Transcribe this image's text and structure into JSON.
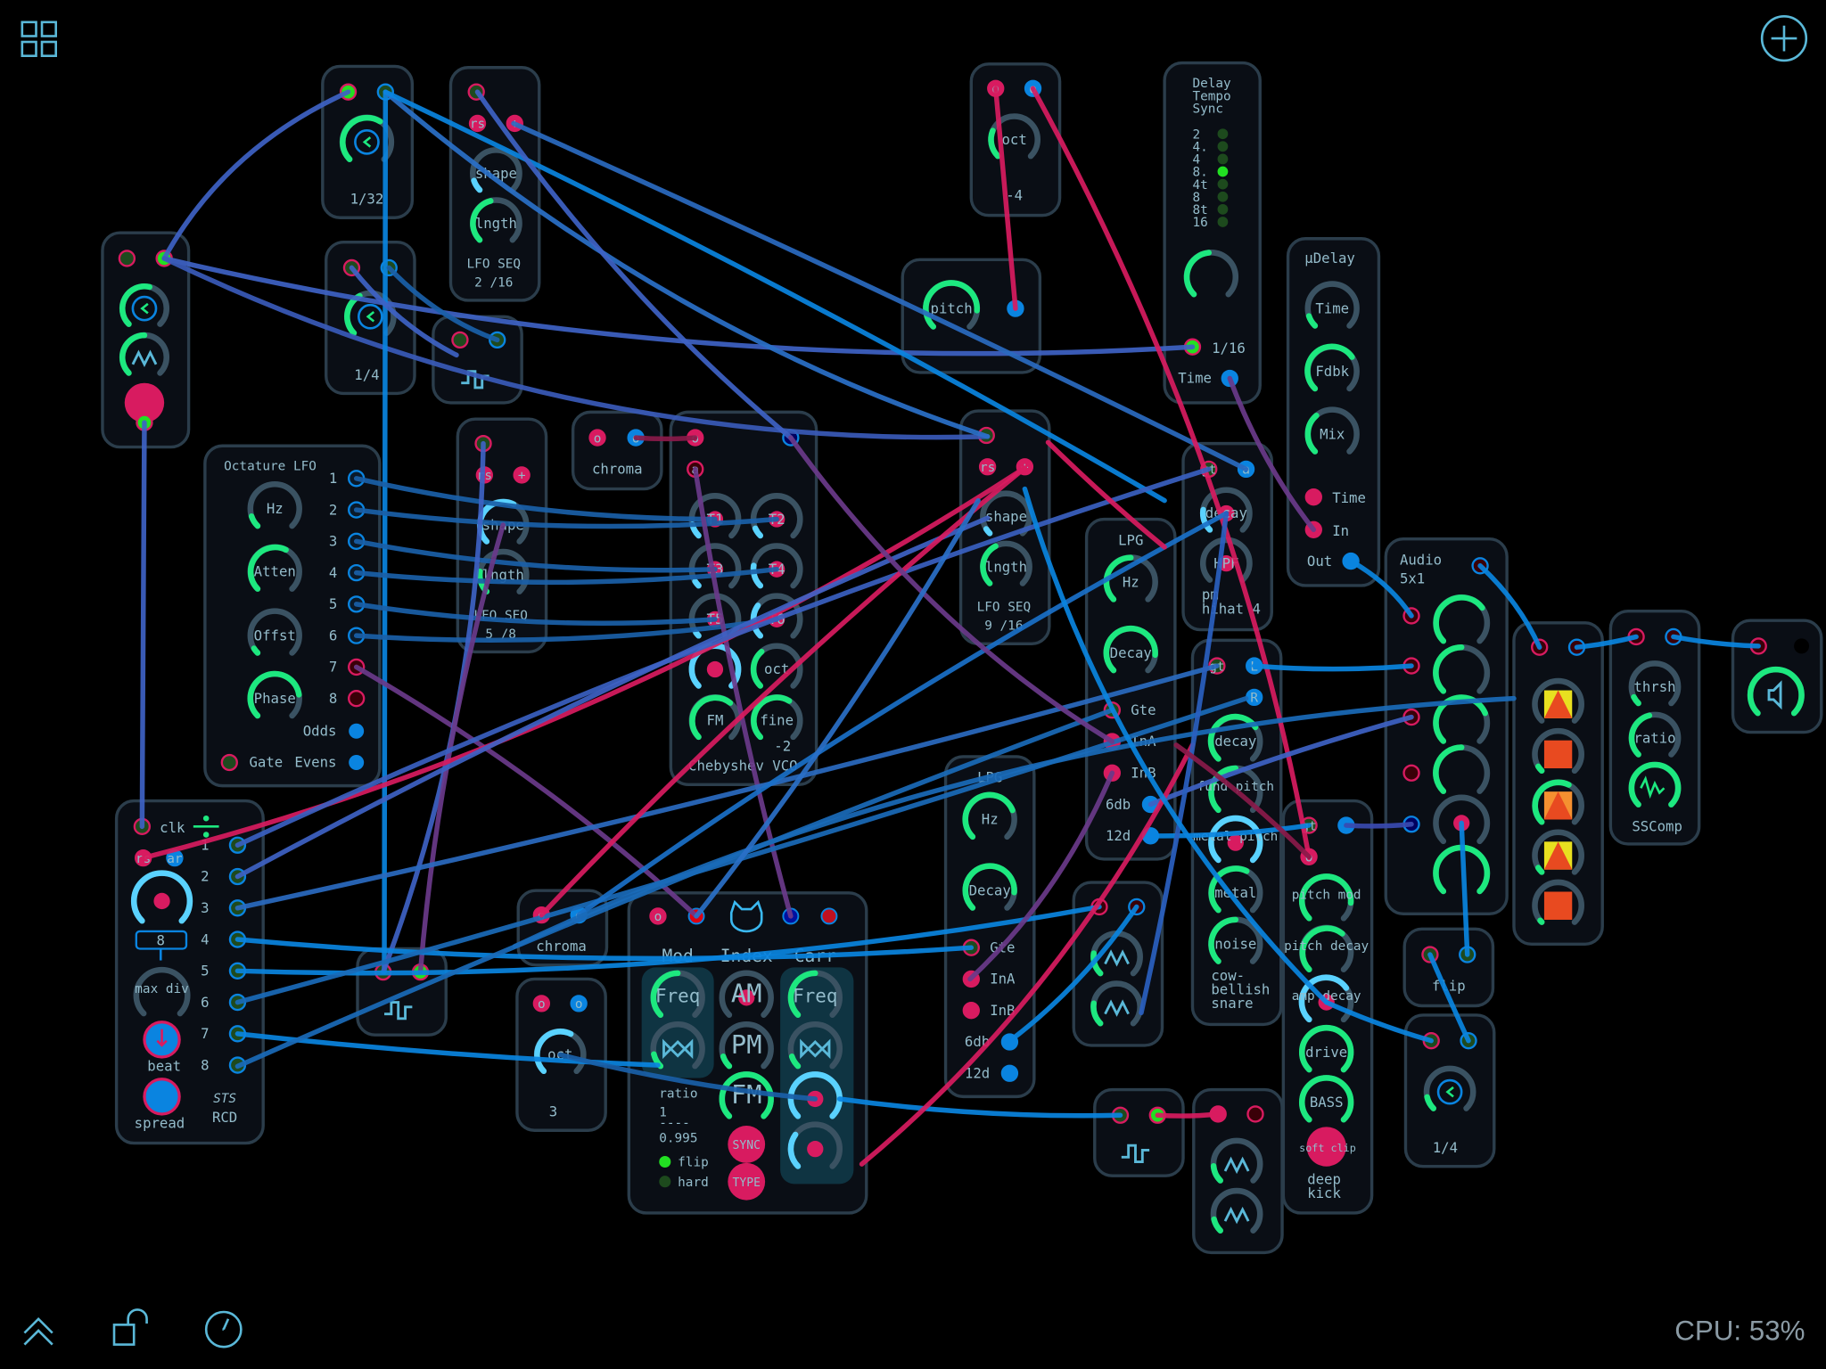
{
  "toolbar": {
    "grid_icon": "grid-icon",
    "add_icon": "plus-circle-icon",
    "collapse_icon": "chevrons-up-icon",
    "lock_icon": "unlock-icon",
    "clock_icon": "clock-icon",
    "cpu": "CPU: 53%"
  },
  "colors": {
    "green": "#1de87f",
    "cyan": "#5ad2ff",
    "track": "#3a5262",
    "pink": "#d81b60",
    "blue": "#0a84e0",
    "bg": "#000000"
  },
  "modules": {
    "clock_main": {
      "knobs": [
        {
          "label": "",
          "value": 0.55
        },
        {
          "label": "",
          "value": 0.5
        }
      ],
      "ports": [
        "",
        "",
        ""
      ],
      "button": ""
    },
    "div_1_32": {
      "value_label": "1/32",
      "knobs": [
        {
          "label": "",
          "value": 0.62
        }
      ],
      "ports": [
        "",
        ""
      ]
    },
    "div_1_4a": {
      "value_label": "1/4",
      "knobs": [
        {
          "label": "",
          "value": 0.4
        }
      ],
      "ports": [
        "",
        ""
      ]
    },
    "lfoseq_1": {
      "title": "LFO SEQ",
      "steps": "2  /16",
      "knobs": [
        {
          "label": "shape",
          "value": 0.1
        },
        {
          "label": "lngth",
          "value": 0.45
        }
      ],
      "ports": [
        "",
        "rs",
        "+"
      ]
    },
    "gate_1": {
      "ports": [
        "",
        ""
      ]
    },
    "oct_top": {
      "value_label": "-4",
      "knobs": [
        {
          "label": "oct",
          "value": 0.25
        }
      ],
      "ports": [
        "o",
        "o"
      ]
    },
    "pitch": {
      "knobs": [
        {
          "label": "pitch",
          "value": 0.85
        }
      ],
      "ports": [
        ""
      ]
    },
    "delay_sync": {
      "title": [
        "Delay",
        "Tempo",
        "Sync"
      ],
      "divisions": [
        "2",
        "4.",
        "4",
        "8.",
        "4t",
        "8",
        "8t",
        "16"
      ],
      "selected": 3,
      "knobs": [
        {
          "label": "",
          "value": 0.48
        }
      ],
      "sync_value": "1/16",
      "time_label": "Time",
      "ports": [
        "",
        ""
      ]
    },
    "micro_delay": {
      "title": "µDelay",
      "knobs": [
        {
          "label": "Time",
          "value": 0.1
        },
        {
          "label": "Fdbk",
          "value": 0.7
        },
        {
          "label": "Mix",
          "value": 0.35
        }
      ],
      "ports": [
        "Time",
        "In",
        "Out"
      ]
    },
    "octature_lfo": {
      "title": "Octature LFO",
      "knobs": [
        {
          "label": "Hz",
          "value": 0.1
        },
        {
          "label": "Atten",
          "value": 0.6
        },
        {
          "label": "Offst",
          "value": 0.05
        },
        {
          "label": "Phase",
          "value": 0.8
        }
      ],
      "outputs": [
        "1",
        "2",
        "3",
        "4",
        "5",
        "6",
        "7",
        "8"
      ],
      "odds": "Odds",
      "evens": "Evens",
      "gate": "Gate"
    },
    "lfoseq_2": {
      "title": "LFO SEQ",
      "steps": "5  /8",
      "knobs": [
        {
          "label": "shape",
          "value": 0.6
        },
        {
          "label": "lngth",
          "value": 0.2
        }
      ],
      "ports": [
        "",
        "rs",
        "+"
      ]
    },
    "chroma_top": {
      "title": "chroma",
      "ports": [
        "o",
        "o"
      ]
    },
    "chebyshev": {
      "title": "Chebyshev VCO",
      "fine_value": "-2",
      "knobs": [
        {
          "label": "T1",
          "value": 0.12
        },
        {
          "label": "T2",
          "value": 0.08
        },
        {
          "label": "T3",
          "value": 0.05
        },
        {
          "label": "T4",
          "value": 0.2
        },
        {
          "label": "T5",
          "value": 0.04
        },
        {
          "label": "T6",
          "value": 0.3
        },
        {
          "label": "",
          "value": 1.0
        },
        {
          "label": "oct",
          "value": 0.35
        },
        {
          "label": "FM",
          "value": 0.65
        },
        {
          "label": "fine",
          "value": 0.62
        }
      ],
      "ports": [
        "o",
        "",
        "a"
      ]
    },
    "lfoseq_3": {
      "title": "LFO SEQ",
      "steps": "9  /16",
      "knobs": [
        {
          "label": "shape",
          "value": 0.05
        },
        {
          "label": "lngth",
          "value": 0.4
        }
      ],
      "ports": [
        "",
        "rs",
        "+"
      ]
    },
    "pm_hihat": {
      "title": [
        "pm",
        "hihat 4"
      ],
      "knobs": [
        {
          "label": "decay",
          "value": 0.2
        },
        {
          "label": "HPF",
          "value": 0.0
        }
      ],
      "ports": [
        "gt",
        "a"
      ]
    },
    "lpg_top": {
      "title": "LPG",
      "knobs": [
        {
          "label": "Hz",
          "value": 0.5
        },
        {
          "label": "Decay",
          "value": 0.85
        }
      ],
      "ports": [
        "Gte",
        "InA",
        "InB",
        "6db",
        "12d"
      ]
    },
    "cowbell_snare": {
      "title": [
        "cow-",
        "bellish",
        "snare"
      ],
      "knobs": [
        {
          "label": "decay",
          "value": 0.7
        },
        {
          "label": "fund pitch",
          "value": 0.5
        },
        {
          "label": "metal pitch",
          "value": 1.0
        },
        {
          "label": "metal",
          "value": 0.6
        },
        {
          "label": "noise",
          "value": 0.5
        }
      ],
      "ports": [
        "gt",
        "L",
        "R"
      ]
    },
    "audio_mixer": {
      "title": [
        "Audio",
        "5x1"
      ],
      "knobs": [
        {
          "label": "",
          "value": 0.7
        },
        {
          "label": "",
          "value": 0.5
        },
        {
          "label": "",
          "value": 0.75
        },
        {
          "label": "",
          "value": 0.5
        },
        {
          "label": "",
          "value": 0.0
        },
        {
          "label": "",
          "value": 1.0
        }
      ],
      "ports": [
        "",
        "",
        "",
        "",
        "",
        ""
      ]
    },
    "fx_column": {
      "knobs": [
        {
          "label": "",
          "value": 0.0
        },
        {
          "label": "",
          "value": 0.05
        },
        {
          "label": "",
          "value": 0.6
        },
        {
          "label": "",
          "value": 0.05
        },
        {
          "label": "",
          "value": 0.02
        }
      ],
      "ports": [
        "",
        ""
      ]
    },
    "sscomp": {
      "title": "SSComp",
      "knobs": [
        {
          "label": "thrsh",
          "value": 0.07
        },
        {
          "label": "ratio",
          "value": 0.45
        },
        {
          "label": "",
          "value": 1.0
        }
      ],
      "ports": [
        "",
        ""
      ]
    },
    "output": {
      "knobs": [
        {
          "label": "",
          "value": 1.0
        }
      ],
      "ports": [
        "",
        ""
      ]
    },
    "rcd": {
      "clk": "clk",
      "maxdiv_value": "8",
      "beat": "beat",
      "spread": "spread",
      "brand": "STS",
      "name": "RCD",
      "outputs": [
        "1",
        "2",
        "3",
        "4",
        "5",
        "6",
        "7",
        "8"
      ],
      "knobs": [
        {
          "label": "",
          "value": 1.0
        },
        {
          "label": "max div",
          "value": 0.0
        }
      ],
      "ports": [
        "",
        "rs",
        "ar"
      ]
    },
    "gate_2": {
      "ports": [
        "",
        ""
      ]
    },
    "chroma_bottom": {
      "title": "chroma",
      "ports": [
        "o",
        "o"
      ]
    },
    "oct_bottom": {
      "value_label": "3",
      "knobs": [
        {
          "label": "oct",
          "value": 0.6
        }
      ],
      "ports": [
        "o",
        "o"
      ]
    },
    "fm_osc": {
      "mod": "Mod",
      "index": "Index",
      "carr": "Carr",
      "ratio_label": "ratio",
      "ratio_num": "1",
      "ratio_bar": "----",
      "ratio_den": "0.995",
      "flip": "flip",
      "hard": "hard",
      "flip_on": true,
      "hard_on": false,
      "sync": "SYNC",
      "type": "TYPE",
      "knobs": [
        {
          "label": "Freq",
          "value": 0.5
        },
        {
          "label": "",
          "value": 0.12
        },
        {
          "label": "AM",
          "value": 0.0
        },
        {
          "label": "PM",
          "value": 0.1
        },
        {
          "label": "FM",
          "value": 1.0
        },
        {
          "label": "Freq",
          "value": 0.5
        },
        {
          "label": "",
          "value": 0.1
        },
        {
          "label": "",
          "value": 1.0
        },
        {
          "label": "",
          "value": 0.3
        }
      ],
      "ports": [
        "o",
        "",
        "",
        "",
        ""
      ]
    },
    "lpg_bottom": {
      "title": "LPG",
      "knobs": [
        {
          "label": "Hz",
          "value": 0.75
        },
        {
          "label": "Decay",
          "value": 0.85
        }
      ],
      "ports": [
        "Gte",
        "InA",
        "InB",
        "6db",
        "12d"
      ]
    },
    "sampler_1": {
      "knobs": [
        {
          "label": "",
          "value": 0.2
        },
        {
          "label": "",
          "value": 0.2
        }
      ],
      "ports": [
        "",
        ""
      ]
    },
    "gate_3": {
      "ports": [
        "",
        ""
      ]
    },
    "sampler_2": {
      "knobs": [
        {
          "label": "",
          "value": 0.15
        },
        {
          "label": "",
          "value": 0.12
        }
      ],
      "ports": [
        "",
        ""
      ]
    },
    "deep_kick": {
      "title": [
        "deep",
        "kick"
      ],
      "softclip": "soft clip",
      "knobs": [
        {
          "label": "pitch mod",
          "value": 0.85
        },
        {
          "label": "pitch decay",
          "value": 0.65
        },
        {
          "label": "amp decay",
          "value": 0.7
        },
        {
          "label": "drive",
          "value": 1.0
        },
        {
          "label": "BASS",
          "value": 1.0
        }
      ],
      "ports": [
        "gt",
        "",
        "o"
      ]
    },
    "flip": {
      "title": "flip",
      "ports": [
        "",
        ""
      ]
    },
    "div_1_4b": {
      "value_label": "1/4",
      "knobs": [
        {
          "label": "",
          "value": 0.12
        }
      ],
      "ports": [
        "",
        ""
      ]
    }
  }
}
